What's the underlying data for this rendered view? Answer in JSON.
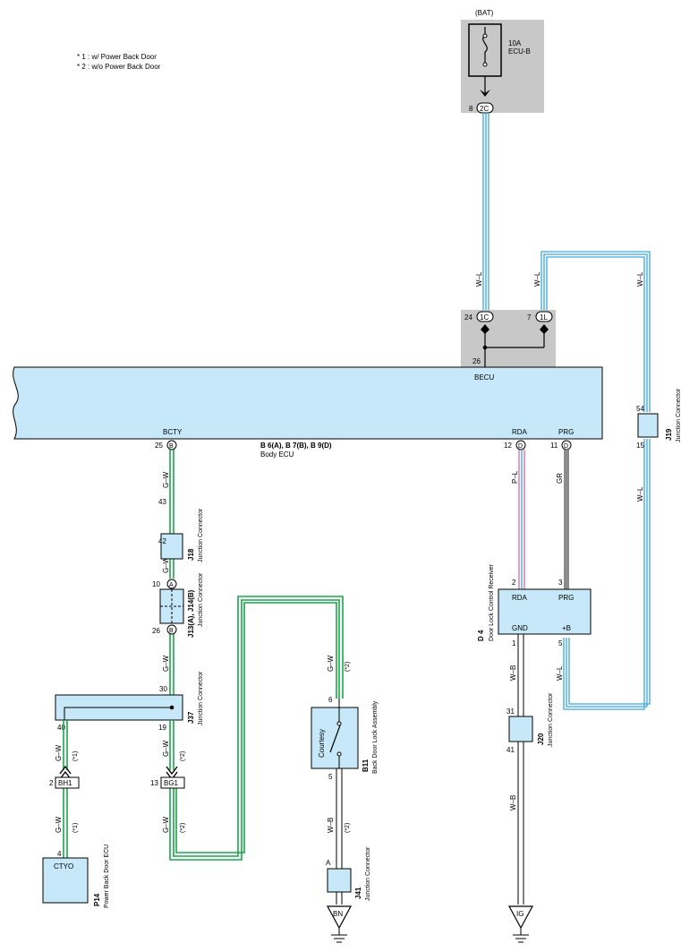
{
  "notes": [
    "* 1 : w/ Power Back Door",
    "* 2 : w/o Power Back Door"
  ],
  "colors": {
    "component_fill": "#c6e8f8",
    "splice_fill": "#c8c8c8",
    "wire_green": "#1aa64a",
    "wire_blue": "#3aa8e0",
    "wire_pink": "#e060b0",
    "wire_gray": "#8c8c8c"
  },
  "fuse": {
    "source": "(BAT)",
    "rating": "10A",
    "name": "ECU-B",
    "pin": "8",
    "connector": "2C"
  },
  "body_ecu": {
    "label": "BECU",
    "pin_becu": "26",
    "connector_names": "B 6(A), B 7(B), B 9(D)",
    "name": "Body ECU",
    "terminals": [
      {
        "name": "BCTY",
        "pin": "25",
        "conn": "B"
      },
      {
        "name": "RDA",
        "pin": "12",
        "conn": "D"
      },
      {
        "name": "PRG",
        "pin": "11",
        "conn": "D"
      }
    ],
    "ic_connectors": [
      {
        "pin": "24",
        "conn": "1C"
      },
      {
        "pin": "7",
        "conn": "1L"
      }
    ]
  },
  "wires": {
    "w_l": "W–L",
    "g_w": "G–W",
    "p_l": "P–L",
    "gr": "GR",
    "w_b": "W–B",
    "mark1": "(*1)",
    "mark2": "(*2)"
  },
  "j19": {
    "id": "J19",
    "name": "Junction Connector",
    "pin_top": "54",
    "pin_bottom": "15"
  },
  "j18": {
    "id": "J18",
    "name": "Junction Connector",
    "pin_top": "43",
    "pin_bottom": "42"
  },
  "j13": {
    "id": "J13(A), J14(B)",
    "name": "Junction Connector",
    "pin_top": "10",
    "conn_top": "A",
    "pin_bottom": "26",
    "conn_bottom": "B"
  },
  "j37": {
    "id": "J37",
    "name": "Junction Connector",
    "pin_top": "30",
    "pin_left": "40",
    "pin_right": "19"
  },
  "bh1": {
    "pin": "2",
    "conn": "BH1"
  },
  "bg1": {
    "pin": "13",
    "conn": "BG1"
  },
  "p14": {
    "id": "P14",
    "name": "Power Back Door ECU",
    "pin": "4",
    "terminal": "CTYO"
  },
  "b11": {
    "id": "B11",
    "name": "Back Door Lock Assembly",
    "switch": "Courtesy",
    "pin_top": "6",
    "pin_bottom": "5"
  },
  "j41": {
    "id": "J41",
    "name": "Junction Connector",
    "pin": "A"
  },
  "ground_bn": "BN",
  "d4": {
    "id": "D 4",
    "name": "Door Lock Control Receiver",
    "terminals": [
      {
        "name": "RDA",
        "pin": "2"
      },
      {
        "name": "PRG",
        "pin": "3"
      },
      {
        "name": "GND",
        "pin": "1"
      },
      {
        "name": "+B",
        "pin": "5"
      }
    ]
  },
  "j20": {
    "id": "J20",
    "name": "Junction Connector",
    "pin_top": "31",
    "pin_bottom": "41"
  },
  "ground_ig": "IG"
}
